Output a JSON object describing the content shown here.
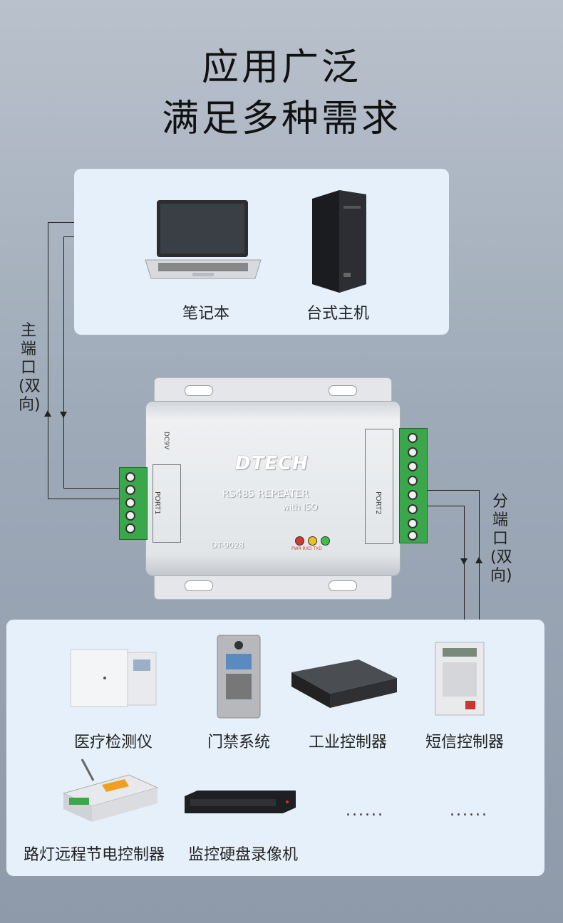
{
  "heading": {
    "line1": "应用广泛",
    "line2": "满足多种需求"
  },
  "master_port_label": "主端口(双向)",
  "slave_port_label": "分端口(双向)",
  "top_devices": [
    {
      "label": "笔记本",
      "icon": "laptop-icon"
    },
    {
      "label": "台式主机",
      "icon": "desktop-tower-icon"
    }
  ],
  "repeater": {
    "brand": "DTECH",
    "title": "RS485 REPEATER",
    "subtitle": "with ISO",
    "model": "DT-9028",
    "power_label": "DC9V",
    "port1_label": "PORT1",
    "port2_label": "PORT2",
    "led_labels": "PWR RXD TXD",
    "led_colors": [
      "#d03a2a",
      "#e8c21c",
      "#3cc04a"
    ]
  },
  "bottom_devices": [
    {
      "label": "医疗检测仪",
      "icon": "medical-analyzer-icon"
    },
    {
      "label": "门禁系统",
      "icon": "door-intercom-icon"
    },
    {
      "label": "工业控制器",
      "icon": "industrial-controller-icon"
    },
    {
      "label": "短信控制器",
      "icon": "sms-controller-icon"
    },
    {
      "label": "路灯远程节电控制器",
      "icon": "streetlight-controller-icon"
    },
    {
      "label": "监控硬盘录像机",
      "icon": "dvr-recorder-icon"
    },
    {
      "label": "......"
    },
    {
      "label": "......"
    }
  ]
}
